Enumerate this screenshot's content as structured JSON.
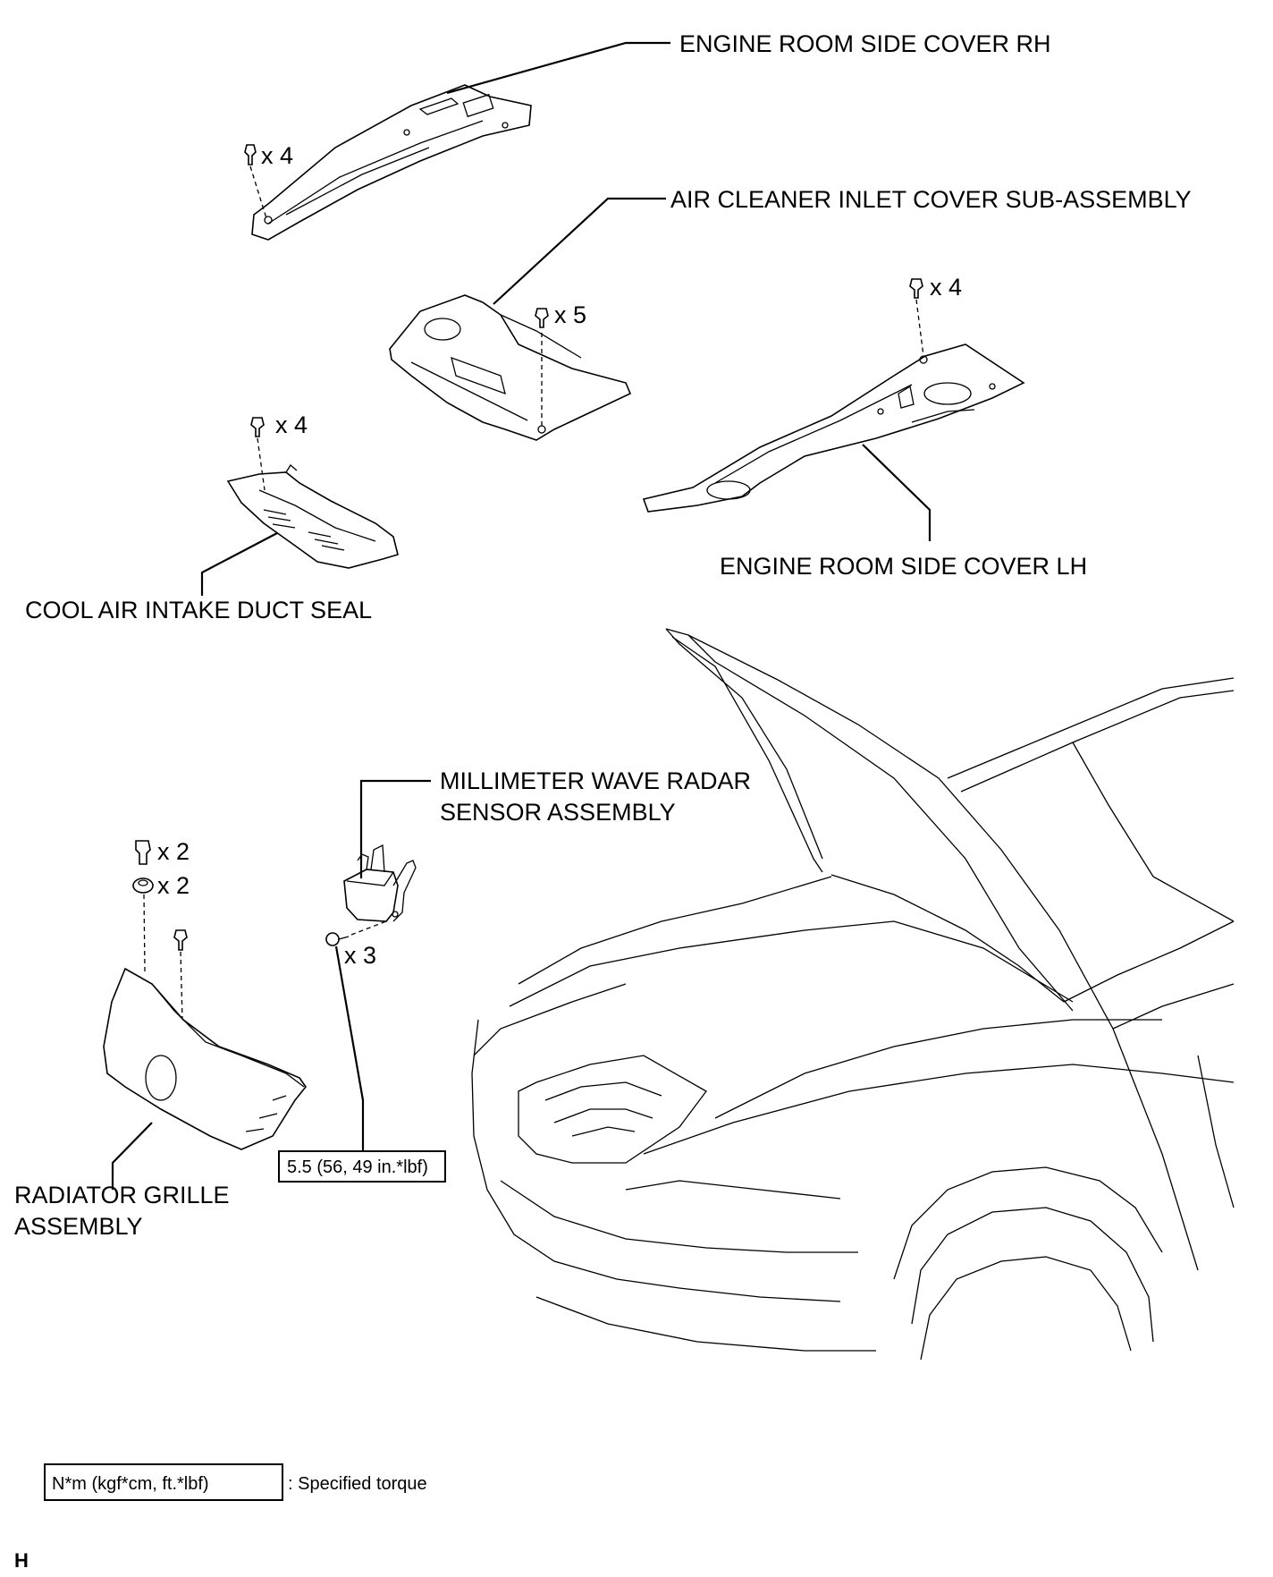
{
  "labels": {
    "engine_room_side_cover_rh": "ENGINE ROOM SIDE COVER RH",
    "air_cleaner_inlet_cover": "AIR CLEANER INLET COVER SUB-ASSEMBLY",
    "engine_room_side_cover_lh": "ENGINE ROOM SIDE COVER LH",
    "cool_air_intake_duct_seal": "COOL AIR INTAKE DUCT SEAL",
    "radar_sensor_line1": "MILLIMETER WAVE RADAR",
    "radar_sensor_line2": "SENSOR ASSEMBLY",
    "radiator_grille_line1": "RADIATOR GRILLE",
    "radiator_grille_line2": "ASSEMBLY"
  },
  "quantities": {
    "rh_cover_clips": "x 4",
    "inlet_cover_clips": "x 5",
    "lh_cover_clips": "x 4",
    "duct_seal_clips": "x 4",
    "grille_clips_a": "x 2",
    "grille_clips_b": "x 2",
    "radar_bolts": "x 3"
  },
  "torque": {
    "radar_bolt_spec": "5.5 (56, 49 in.*lbf)"
  },
  "legend": {
    "torque_unit_box": "N*m (kgf*cm, ft.*lbf)",
    "torque_unit_desc": ": Specified torque"
  },
  "footer": {
    "code": "H"
  }
}
